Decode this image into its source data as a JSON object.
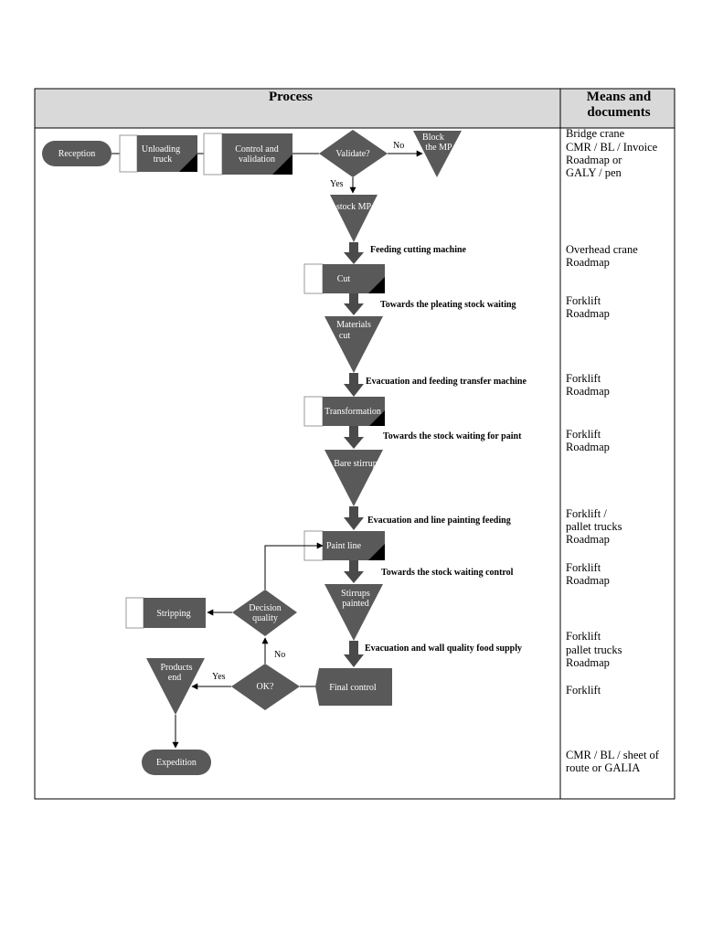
{
  "table": {
    "col_process": "Process",
    "col_means_line1": "Means and",
    "col_means_line2": "documents"
  },
  "nodes": {
    "reception": "Reception",
    "unloading_1": "Unloading",
    "unloading_2": "truck",
    "control_1": "Control and",
    "control_2": "validation",
    "validate": "Validate?",
    "block_1": "Block",
    "block_2": "the MP",
    "stock_mp": "stock MP",
    "cut": "Cut",
    "materials_1": "Materials",
    "materials_2": "cut",
    "transformation": "Transformation",
    "bare_stirrup": "Bare stirrup",
    "paint_line": "Paint line",
    "stirrups_1": "Stirrups",
    "stirrups_2": "painted",
    "stripping": "Stripping",
    "decision_1": "Decision",
    "decision_2": "quality",
    "ok": "OK?",
    "final_control": "Final control",
    "products_1": "Products",
    "products_2": "end",
    "expedition": "Expedition"
  },
  "edge_labels": {
    "no_validate": "No",
    "yes_validate": "Yes",
    "no_ok": "No",
    "yes_ok": "Yes"
  },
  "transfers": {
    "feeding_cutting": "Feeding cutting machine",
    "towards_pleating": "Towards the pleating stock waiting",
    "evac_transfer": "Evacuation and feeding transfer machine",
    "towards_paint": "Towards the stock waiting for paint",
    "evac_line_painting": "Evacuation and line painting feeding",
    "towards_control": "Towards the stock waiting control",
    "evac_wall_quality": "Evacuation and wall quality food supply"
  },
  "means": {
    "reception_1": "Bridge crane",
    "reception_2": "CMR / BL / Invoice",
    "reception_3": "Roadmap or",
    "reception_4": "GALY / pen",
    "feeding_cutting_1": "Overhead crane",
    "feeding_cutting_2": "Roadmap",
    "towards_pleating_1": "Forklift",
    "towards_pleating_2": "Roadmap",
    "evac_transfer_1": "Forklift",
    "evac_transfer_2": "Roadmap",
    "towards_paint_1": "Forklift",
    "towards_paint_2": "Roadmap",
    "evac_line_painting_1": "Forklift /",
    "evac_line_painting_2": "pallet trucks",
    "evac_line_painting_3": "Roadmap",
    "towards_control_1": "Forklift",
    "towards_control_2": "Roadmap",
    "evac_wall_quality_1": "Forklift",
    "evac_wall_quality_2": "pallet trucks",
    "evac_wall_quality_3": "Roadmap",
    "final_control_1": "Forklift",
    "expedition_1": "CMR / BL / sheet of",
    "expedition_2": "route or GALIA"
  }
}
